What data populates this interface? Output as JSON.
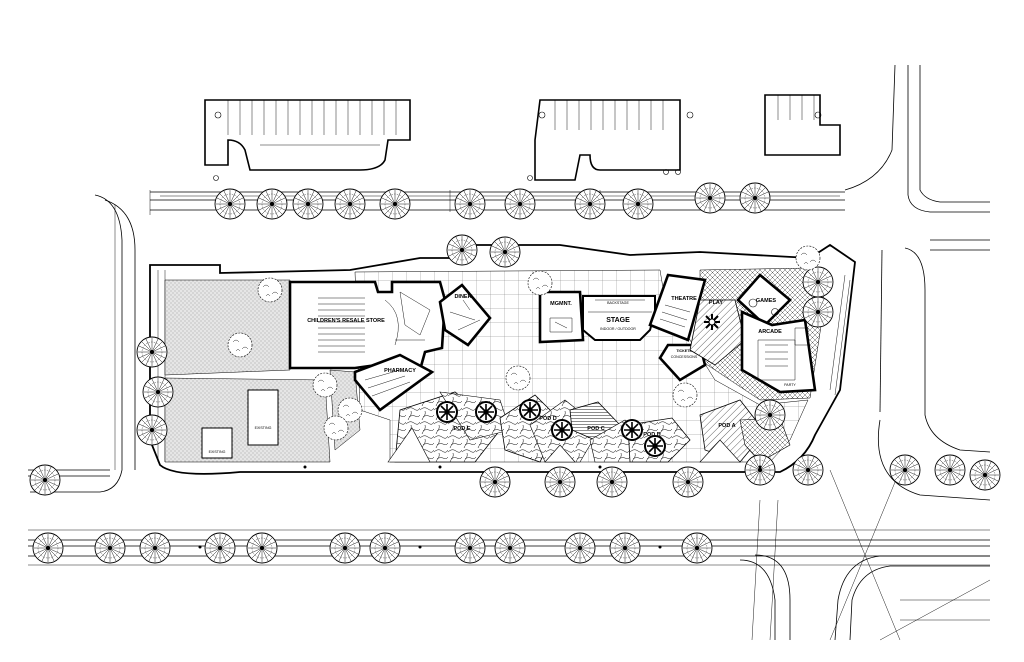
{
  "labels": {
    "childrens_store": "CHILDREN'S RESALE STORE",
    "diner": "DINER",
    "pharmacy": "PHARMACY",
    "mgmt": "MGMNT.",
    "backstage": "BACKSTAGE",
    "stage": "STAGE",
    "stage_sub": "INDOOR / OUTDOOR",
    "theatre": "THEATRE",
    "play": "PLAY",
    "games": "GAMES",
    "arcade": "ARCADE",
    "party": "PARTY",
    "tickets": "TICKETS",
    "concessions": "CONCESSIONS",
    "pod_e": "POD E",
    "pod_d": "POD D",
    "pod_c": "POD C",
    "pod_b": "POD B",
    "pod_a": "POD A",
    "existing_1": "EXISTING",
    "existing_2": "EXISTING"
  },
  "colors": {
    "line": "#000000",
    "paper": "#ffffff",
    "stipple": "#c8c8c8"
  },
  "icons": {
    "tree": "tree-canopy-icon",
    "parking": "parking-stall-icon"
  }
}
